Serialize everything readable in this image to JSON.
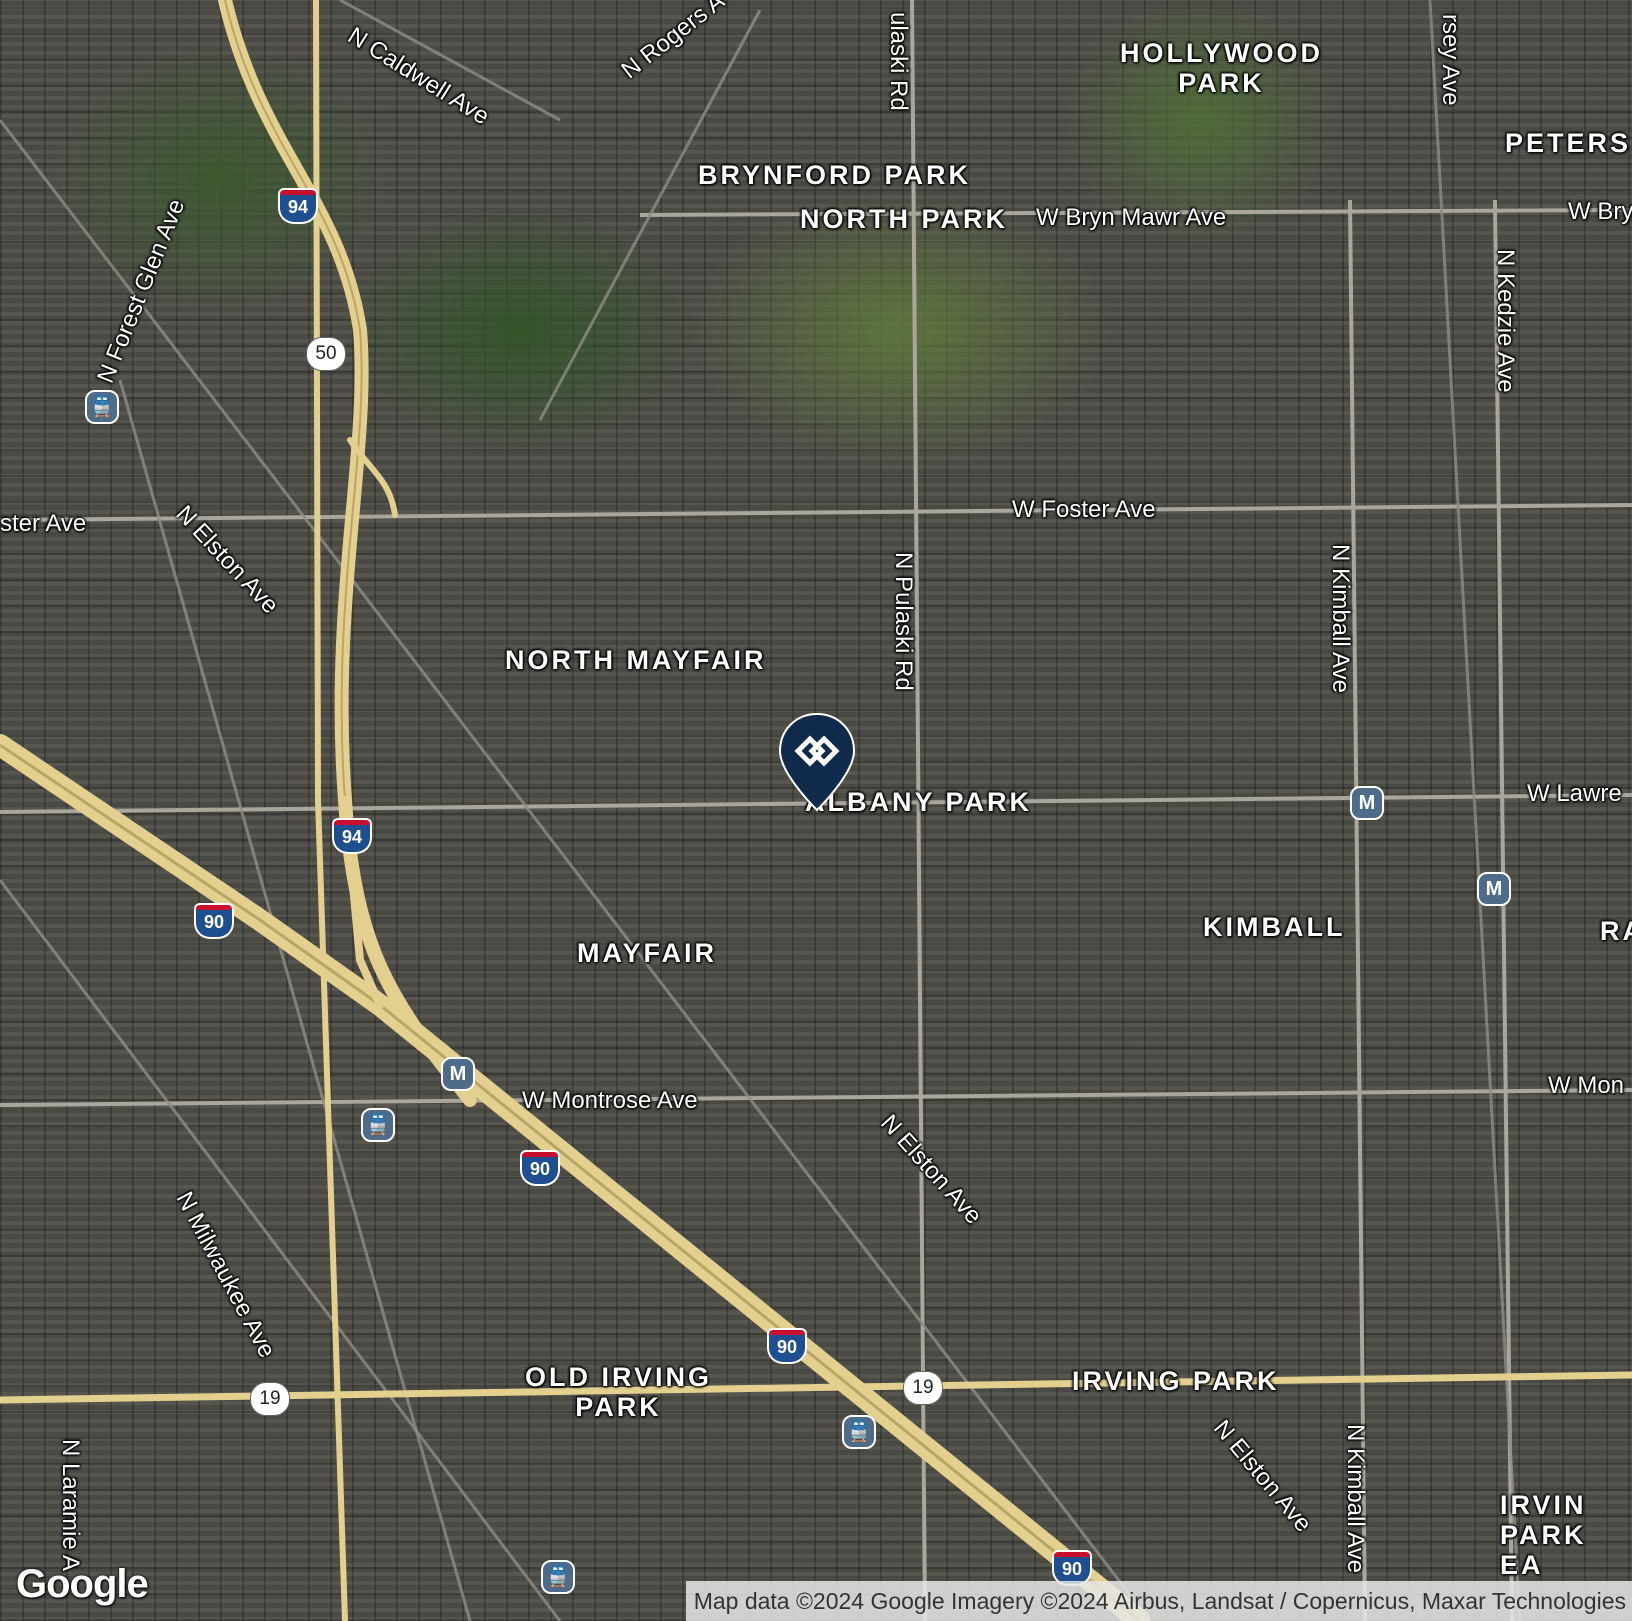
{
  "map": {
    "type": "satellite",
    "provider_logo": "Google",
    "attribution": "Map data ©2024 Google Imagery ©2024 Airbus, Landsat / Copernicus, Maxar Technologies",
    "highway_color": "#e3cf8e",
    "pin_color": "#0f2a4a",
    "pin_icon": "diamond-logo-icon"
  },
  "neighborhoods": [
    {
      "id": "hollywood-park",
      "text": "HOLLYWOOD\nPARK"
    },
    {
      "id": "peterson",
      "text": "PETERS"
    },
    {
      "id": "brynford-park",
      "text": "BRYNFORD PARK"
    },
    {
      "id": "north-park",
      "text": "NORTH PARK"
    },
    {
      "id": "north-mayfair",
      "text": "NORTH MAYFAIR"
    },
    {
      "id": "albany-park",
      "text": "ALBANY PARK"
    },
    {
      "id": "kimball",
      "text": "KIMBALL"
    },
    {
      "id": "ra",
      "text": "RA"
    },
    {
      "id": "mayfair",
      "text": "MAYFAIR"
    },
    {
      "id": "old-irving-park",
      "text": "OLD IRVING\nPARK"
    },
    {
      "id": "irving-park",
      "text": "IRVING PARK"
    },
    {
      "id": "irving-park-east",
      "text": "IRVIN\nPARK EA"
    }
  ],
  "streets": [
    {
      "id": "n-caldwell-ave",
      "text": "N Caldwell Ave"
    },
    {
      "id": "n-rogers",
      "text": "N Rogers A"
    },
    {
      "id": "n-pulaski-rd-top",
      "text": "ulaski Rd"
    },
    {
      "id": "n-kersey-ave",
      "text": "rsey Ave"
    },
    {
      "id": "n-forest-glen-ave",
      "text": "N Forest Glen Ave"
    },
    {
      "id": "w-bryn-mawr-ave",
      "text": "W Bryn Mawr Ave"
    },
    {
      "id": "w-bry",
      "text": "W Bry"
    },
    {
      "id": "n-kedzie-ave",
      "text": "N Kedzie Ave"
    },
    {
      "id": "foster-ave-left",
      "text": "ster Ave"
    },
    {
      "id": "n-elston-ave-top",
      "text": "N Elston Ave"
    },
    {
      "id": "w-foster-ave",
      "text": "W Foster Ave"
    },
    {
      "id": "n-pulaski-rd",
      "text": "N Pulaski Rd"
    },
    {
      "id": "n-kimball-ave-top",
      "text": "N Kimball Ave"
    },
    {
      "id": "w-lawrence",
      "text": "W Lawre"
    },
    {
      "id": "w-montrose-ave",
      "text": "W Montrose Ave"
    },
    {
      "id": "w-mon",
      "text": "W Mon"
    },
    {
      "id": "n-elston-ave-mid",
      "text": "N Elston Ave"
    },
    {
      "id": "n-milwaukee-ave",
      "text": "N Milwaukee Ave"
    },
    {
      "id": "n-elston-ave-bottom",
      "text": "N Elston Ave"
    },
    {
      "id": "n-kimball-ave-bottom",
      "text": "N Kimball Ave"
    },
    {
      "id": "n-laramie-ave",
      "text": "N Laramie A"
    }
  ],
  "shields": [
    {
      "id": "i94-top",
      "text": "94"
    },
    {
      "id": "i94-mid",
      "text": "94"
    },
    {
      "id": "i90-left",
      "text": "90"
    },
    {
      "id": "i90-mid",
      "text": "90"
    },
    {
      "id": "i90-lower",
      "text": "90"
    },
    {
      "id": "i90-bottom",
      "text": "90"
    },
    {
      "id": "us50",
      "text": "50"
    },
    {
      "id": "rt19-left",
      "text": "19"
    },
    {
      "id": "rt19-right",
      "text": "19"
    }
  ],
  "transit": [
    {
      "id": "metro-lawrence",
      "text": "M"
    },
    {
      "id": "metro-kedzie",
      "text": "M"
    },
    {
      "id": "metro-montrose",
      "text": "M"
    }
  ]
}
